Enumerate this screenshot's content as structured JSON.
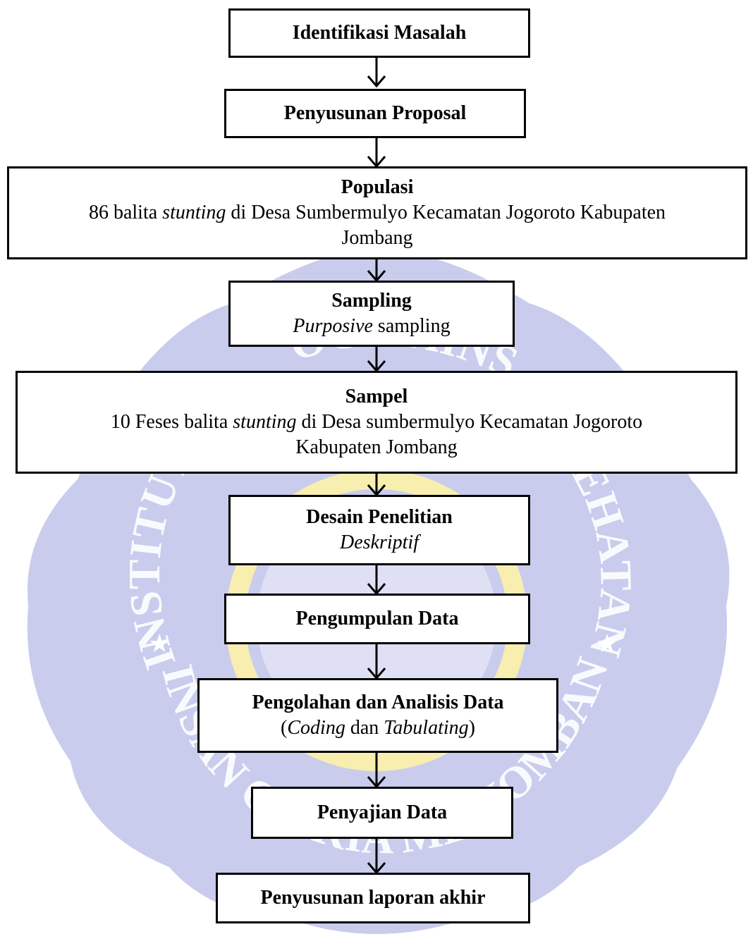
{
  "watermark": {
    "top_arc": "OGISAINS",
    "left_arc": "INSTITUT",
    "right_arc": "SEHATAN",
    "bottom_left_arc": "INSAN CE",
    "bottom_arc": "KIA MED",
    "bottom_right_arc": "JOMBANG",
    "star": "★",
    "colors": {
      "shield": "#c9ccec",
      "ring": "#f7eeb0",
      "text": "#ffffff"
    }
  },
  "steps": {
    "identifikasi": {
      "title": "Identifikasi Masalah"
    },
    "proposal": {
      "title": "Penyusunan Proposal"
    },
    "populasi": {
      "title": "Populasi",
      "line1_a": "86 balita ",
      "line1_b": "stunting",
      "line1_c": " di Desa Sumbermulyo Kecamatan Jogoroto Kabupaten",
      "line2": "Jombang"
    },
    "sampling": {
      "title": "Sampling",
      "line1_a": "Purposive",
      "line1_b": " sampling"
    },
    "sampel": {
      "title": "Sampel",
      "line1_a": "10 Feses balita ",
      "line1_b": "stunting",
      "line1_c": " di Desa sumbermulyo Kecamatan Jogoroto",
      "line2": "Kabupaten Jombang"
    },
    "desain": {
      "title": "Desain Penelitian",
      "line1": "Deskriptif"
    },
    "pengumpulan": {
      "title": "Pengumpulan Data"
    },
    "pengolahan": {
      "title": "Pengolahan dan Analisis Data",
      "p_open": "(",
      "coding": "Coding",
      "dan": " dan ",
      "tabulating": "Tabulating",
      "p_close": ")"
    },
    "penyajian": {
      "title": "Penyajian Data"
    },
    "laporan": {
      "title": "Penyusunan laporan akhir"
    }
  }
}
